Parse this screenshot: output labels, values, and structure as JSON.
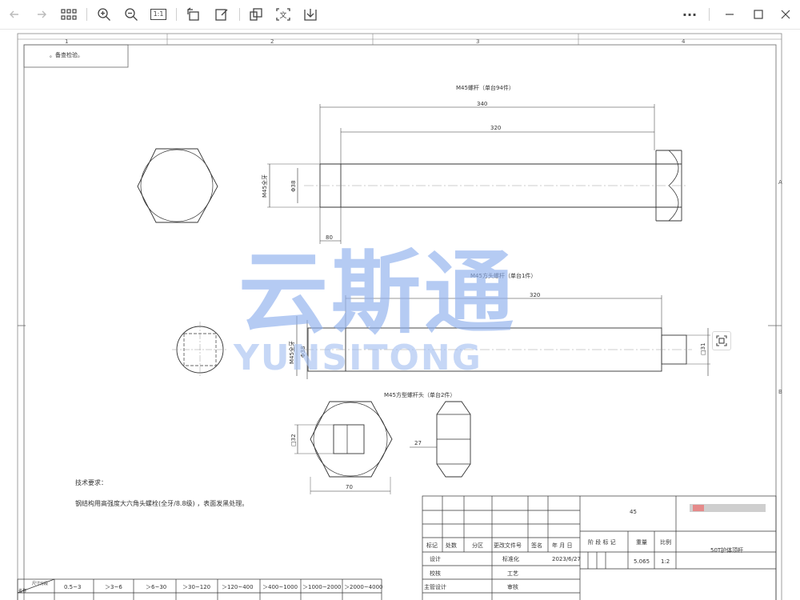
{
  "toolbar": {
    "icons": [
      "back-arrow-icon",
      "forward-arrow-icon",
      "thumbnails-grid-icon",
      "zoom-in-icon",
      "zoom-out-icon",
      "actual-size-icon",
      "rotate-icon",
      "edit-icon",
      "crop-icon",
      "ocr-icon",
      "save-icon",
      "more-icon",
      "minimize-icon",
      "maximize-icon",
      "close-icon"
    ],
    "actual_size_label": "1:1",
    "ocr_label": "文",
    "more_label": "···"
  },
  "drawing": {
    "top_note": "。备查检验。",
    "col_numbers": [
      "1",
      "2",
      "3",
      "4"
    ],
    "row_letters": [
      "A",
      "B"
    ],
    "part1": {
      "title": "M45螺杆（单台94件）",
      "dim_overall": "340",
      "dim_shank": "320",
      "dim_thread": "80",
      "dim_diameter": "Φ38",
      "thread_label": "M45全牙"
    },
    "part2": {
      "title": "M45方头螺杆（单台1件）",
      "dim_length": "320",
      "dim_diameter": "Φ38",
      "dim_square": "□31",
      "thread_label": "M45全牙"
    },
    "part3": {
      "title": "M45方型螺杆头（单台2件）",
      "dim_square": "□32",
      "dim_width": "70",
      "dim_height": "27"
    },
    "tech_title": "技术要求：",
    "tech_text": "钢结构用高强度大六角头螺栓(全牙/8.8级) ，表面发黑处理。",
    "watermark_cn": "云斯通",
    "watermark_en": "YUNSITONG",
    "title_block": {
      "material": "45",
      "headers": [
        "标记",
        "处数",
        "分区",
        "更改文件号",
        "签名",
        "年 月 日"
      ],
      "stage_label": "阶 段 标 记",
      "weight_label": "重量",
      "scale_label": "比例",
      "weight_value": "5.065",
      "scale_value": "1:2",
      "part_name": "50T护体顶杆",
      "row_design": "设计",
      "row_standard": "标准化",
      "date_value": "2023/6/27",
      "row_check": "校核",
      "row_process": "工艺",
      "row_chief": "主管设计",
      "row_review": "审核"
    },
    "tolerance": {
      "header": "尺寸分段",
      "row_label": "名称",
      "ranges": [
        "0.5~3",
        "＞3~6",
        "＞6~30",
        "＞30~120",
        "＞120~400",
        "＞400~1000",
        "＞1000~2000",
        "＞2000~4000"
      ]
    }
  }
}
